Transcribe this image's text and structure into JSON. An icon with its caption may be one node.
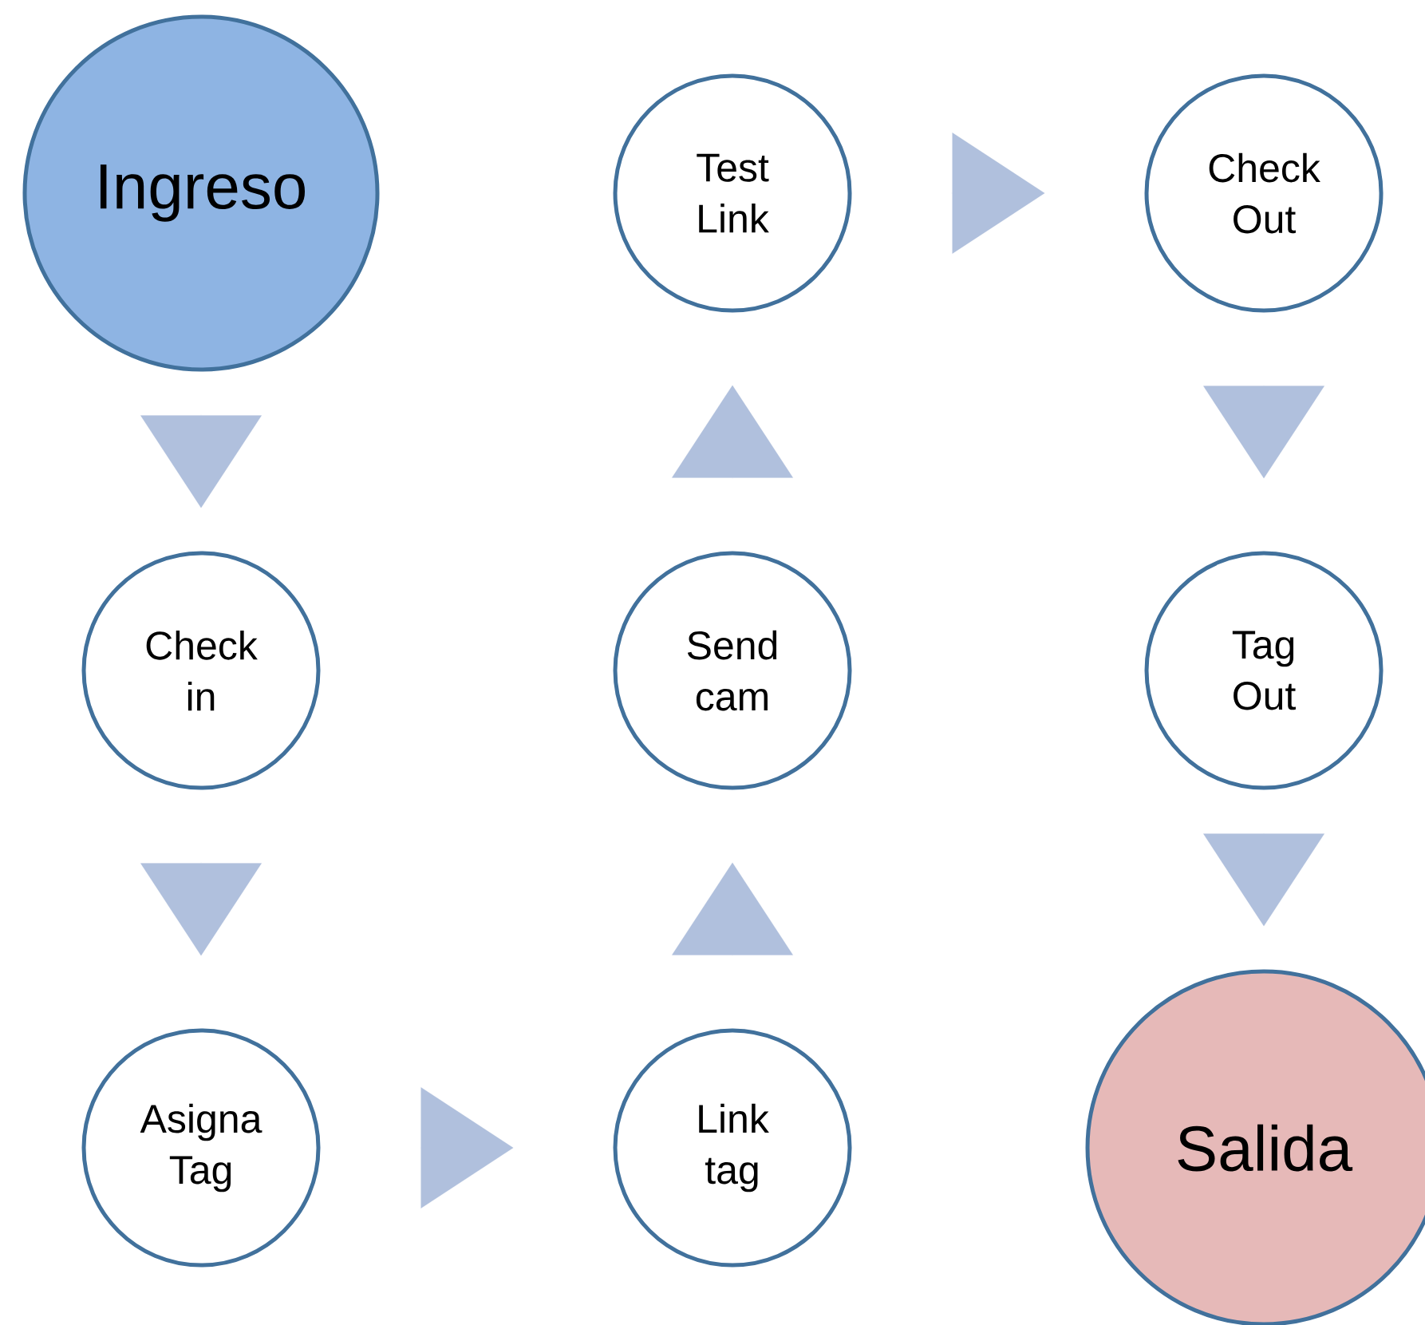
{
  "diagram": {
    "nodes": [
      {
        "text": [
          "Ingreso"
        ]
      },
      {
        "text": [
          "Test Link"
        ]
      },
      {
        "text": [
          "Check Out"
        ]
      },
      {
        "text": [
          "Check in"
        ]
      },
      {
        "text": [
          "Send cam"
        ]
      },
      {
        "text": [
          "Tag Out"
        ]
      },
      {
        "text": [
          "Asigna Tag"
        ]
      },
      {
        "text": [
          "Link tag"
        ]
      },
      {
        "text": [
          "Salida"
        ]
      }
    ],
    "edges": [
      {
        "from": 0,
        "to": 3,
        "arrow": "to"
      },
      {
        "from": 3,
        "to": 6,
        "arrow": "to"
      },
      {
        "from": 6,
        "to": 7,
        "arrow": "to"
      },
      {
        "from": 7,
        "to": 4,
        "arrow": "to"
      },
      {
        "from": 4,
        "to": 1,
        "arrow": "to"
      },
      {
        "from": 1,
        "to": 2,
        "arrow": "to"
      },
      {
        "from": 2,
        "to": 5,
        "arrow": "to"
      },
      {
        "from": 5,
        "to": 8,
        "arrow": "to"
      }
    ]
  }
}
